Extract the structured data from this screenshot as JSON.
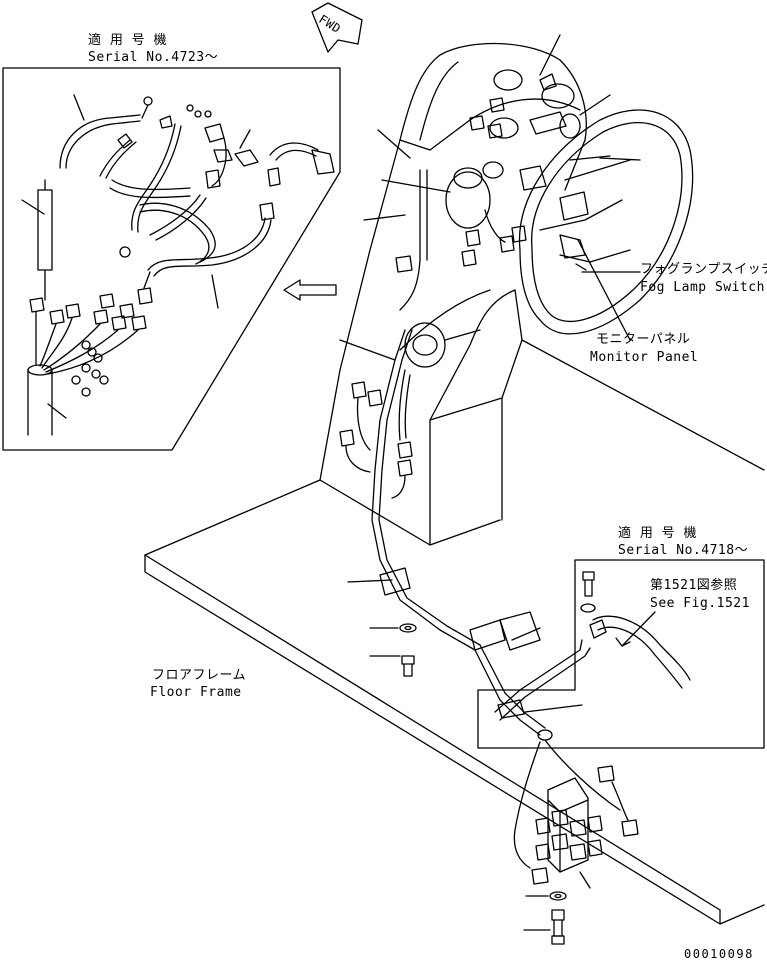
{
  "fwd_arrow": "FWD",
  "inset_top": {
    "jp": "適 用 号 機",
    "en": "Serial No.4723～"
  },
  "inset_right": {
    "jp": "適 用 号 機",
    "en": "Serial No.4718～"
  },
  "fog_lamp": {
    "jp": "フォグランプスイッチ",
    "en": "Fog Lamp Switch"
  },
  "monitor_panel": {
    "jp": "モニターパネル",
    "en": "Monitor Panel"
  },
  "see_fig": {
    "jp": "第1521図参照",
    "en": "See Fig.1521"
  },
  "floor_frame": {
    "jp": "フロアフレーム",
    "en": "Floor Frame"
  },
  "drawing_number": "00010098"
}
